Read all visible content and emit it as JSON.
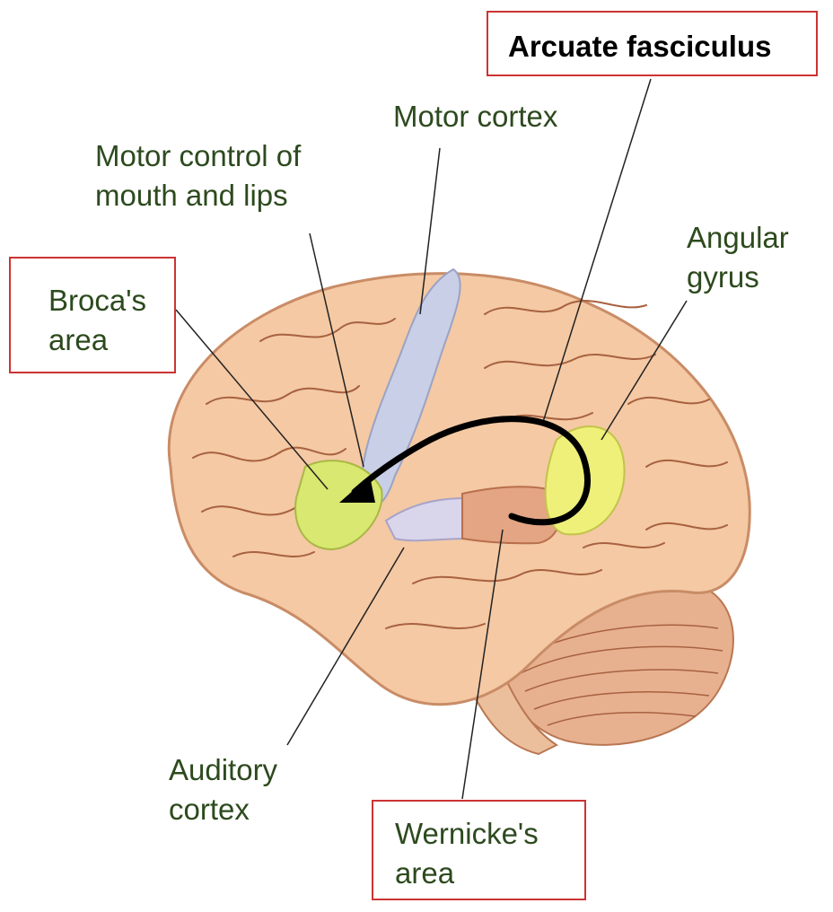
{
  "labels": {
    "arcuate_fasciculus": "Arcuate fasciculus",
    "motor_cortex": "Motor cortex",
    "motor_control_line1": "Motor control of",
    "motor_control_line2": "mouth and lips",
    "angular_line1": "Angular",
    "angular_line2": "gyrus",
    "broca_line1": "Broca's",
    "broca_line2": "area",
    "auditory_line1": "Auditory",
    "auditory_line2": "cortex",
    "wernicke_line1": "Wernicke's",
    "wernicke_line2": "area"
  },
  "colors": {
    "brain_fill": "#f4c9a4",
    "brain_outline": "#c98c66",
    "gyri_lines": "#a8613f",
    "motor_strip": "#c9cfe6",
    "broca_region": "#d8e870",
    "angular_region": "#eef07a",
    "wernicke_region": "#e3a583",
    "auditory_region": "#d9d6ec",
    "cerebellum": "#e7b190",
    "arrow": "#000000",
    "leader_lines": "#222222",
    "highlight_box": "#cc3333",
    "label_text": "#2d4a1e"
  }
}
